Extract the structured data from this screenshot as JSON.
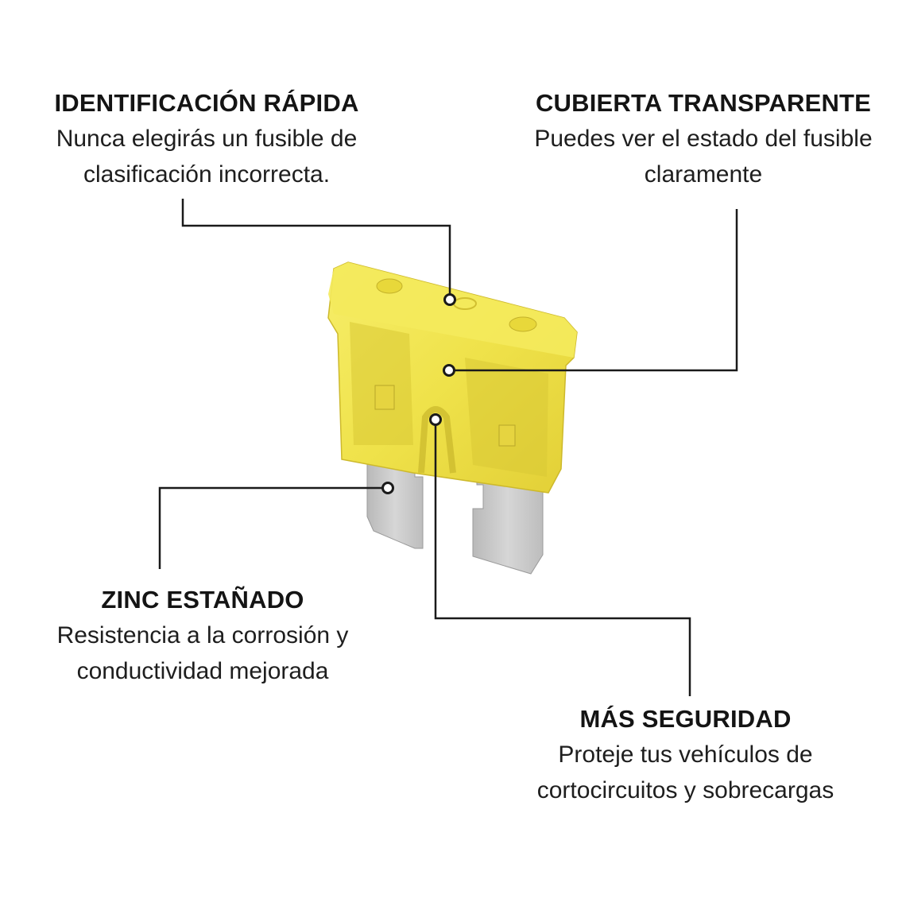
{
  "diagram": {
    "subject": "blade-fuse",
    "colors": {
      "fuse_body": "#f2e64a",
      "fuse_body_shade": "#d9c62a",
      "terminal_metal": "#c9c9c9",
      "leader_line": "#1a1a1a",
      "text": "#141414"
    },
    "callouts": [
      {
        "id": "identificacion-rapida",
        "title": "IDENTIFICACIÓN RÁPIDA",
        "lines": [
          "Nunca elegirás un fusible de",
          "clasificación incorrecta."
        ],
        "points_to": "fuse-top-rating-marking"
      },
      {
        "id": "cubierta-transparente",
        "title": "CUBIERTA TRANSPARENTE",
        "lines": [
          "Puedes ver el estado del fusible",
          "claramente"
        ],
        "points_to": "fuse-transparent-housing"
      },
      {
        "id": "zinc-estanado",
        "title": "ZINC ESTAÑADO",
        "lines": [
          "Resistencia a la corrosión y",
          "conductividad mejorada"
        ],
        "points_to": "fuse-left-terminal"
      },
      {
        "id": "mas-seguridad",
        "title": "MÁS SEGURIDAD",
        "lines": [
          "Proteje tus vehículos de",
          "cortocircuitos y sobrecargas"
        ],
        "points_to": "fuse-element-link"
      }
    ]
  }
}
